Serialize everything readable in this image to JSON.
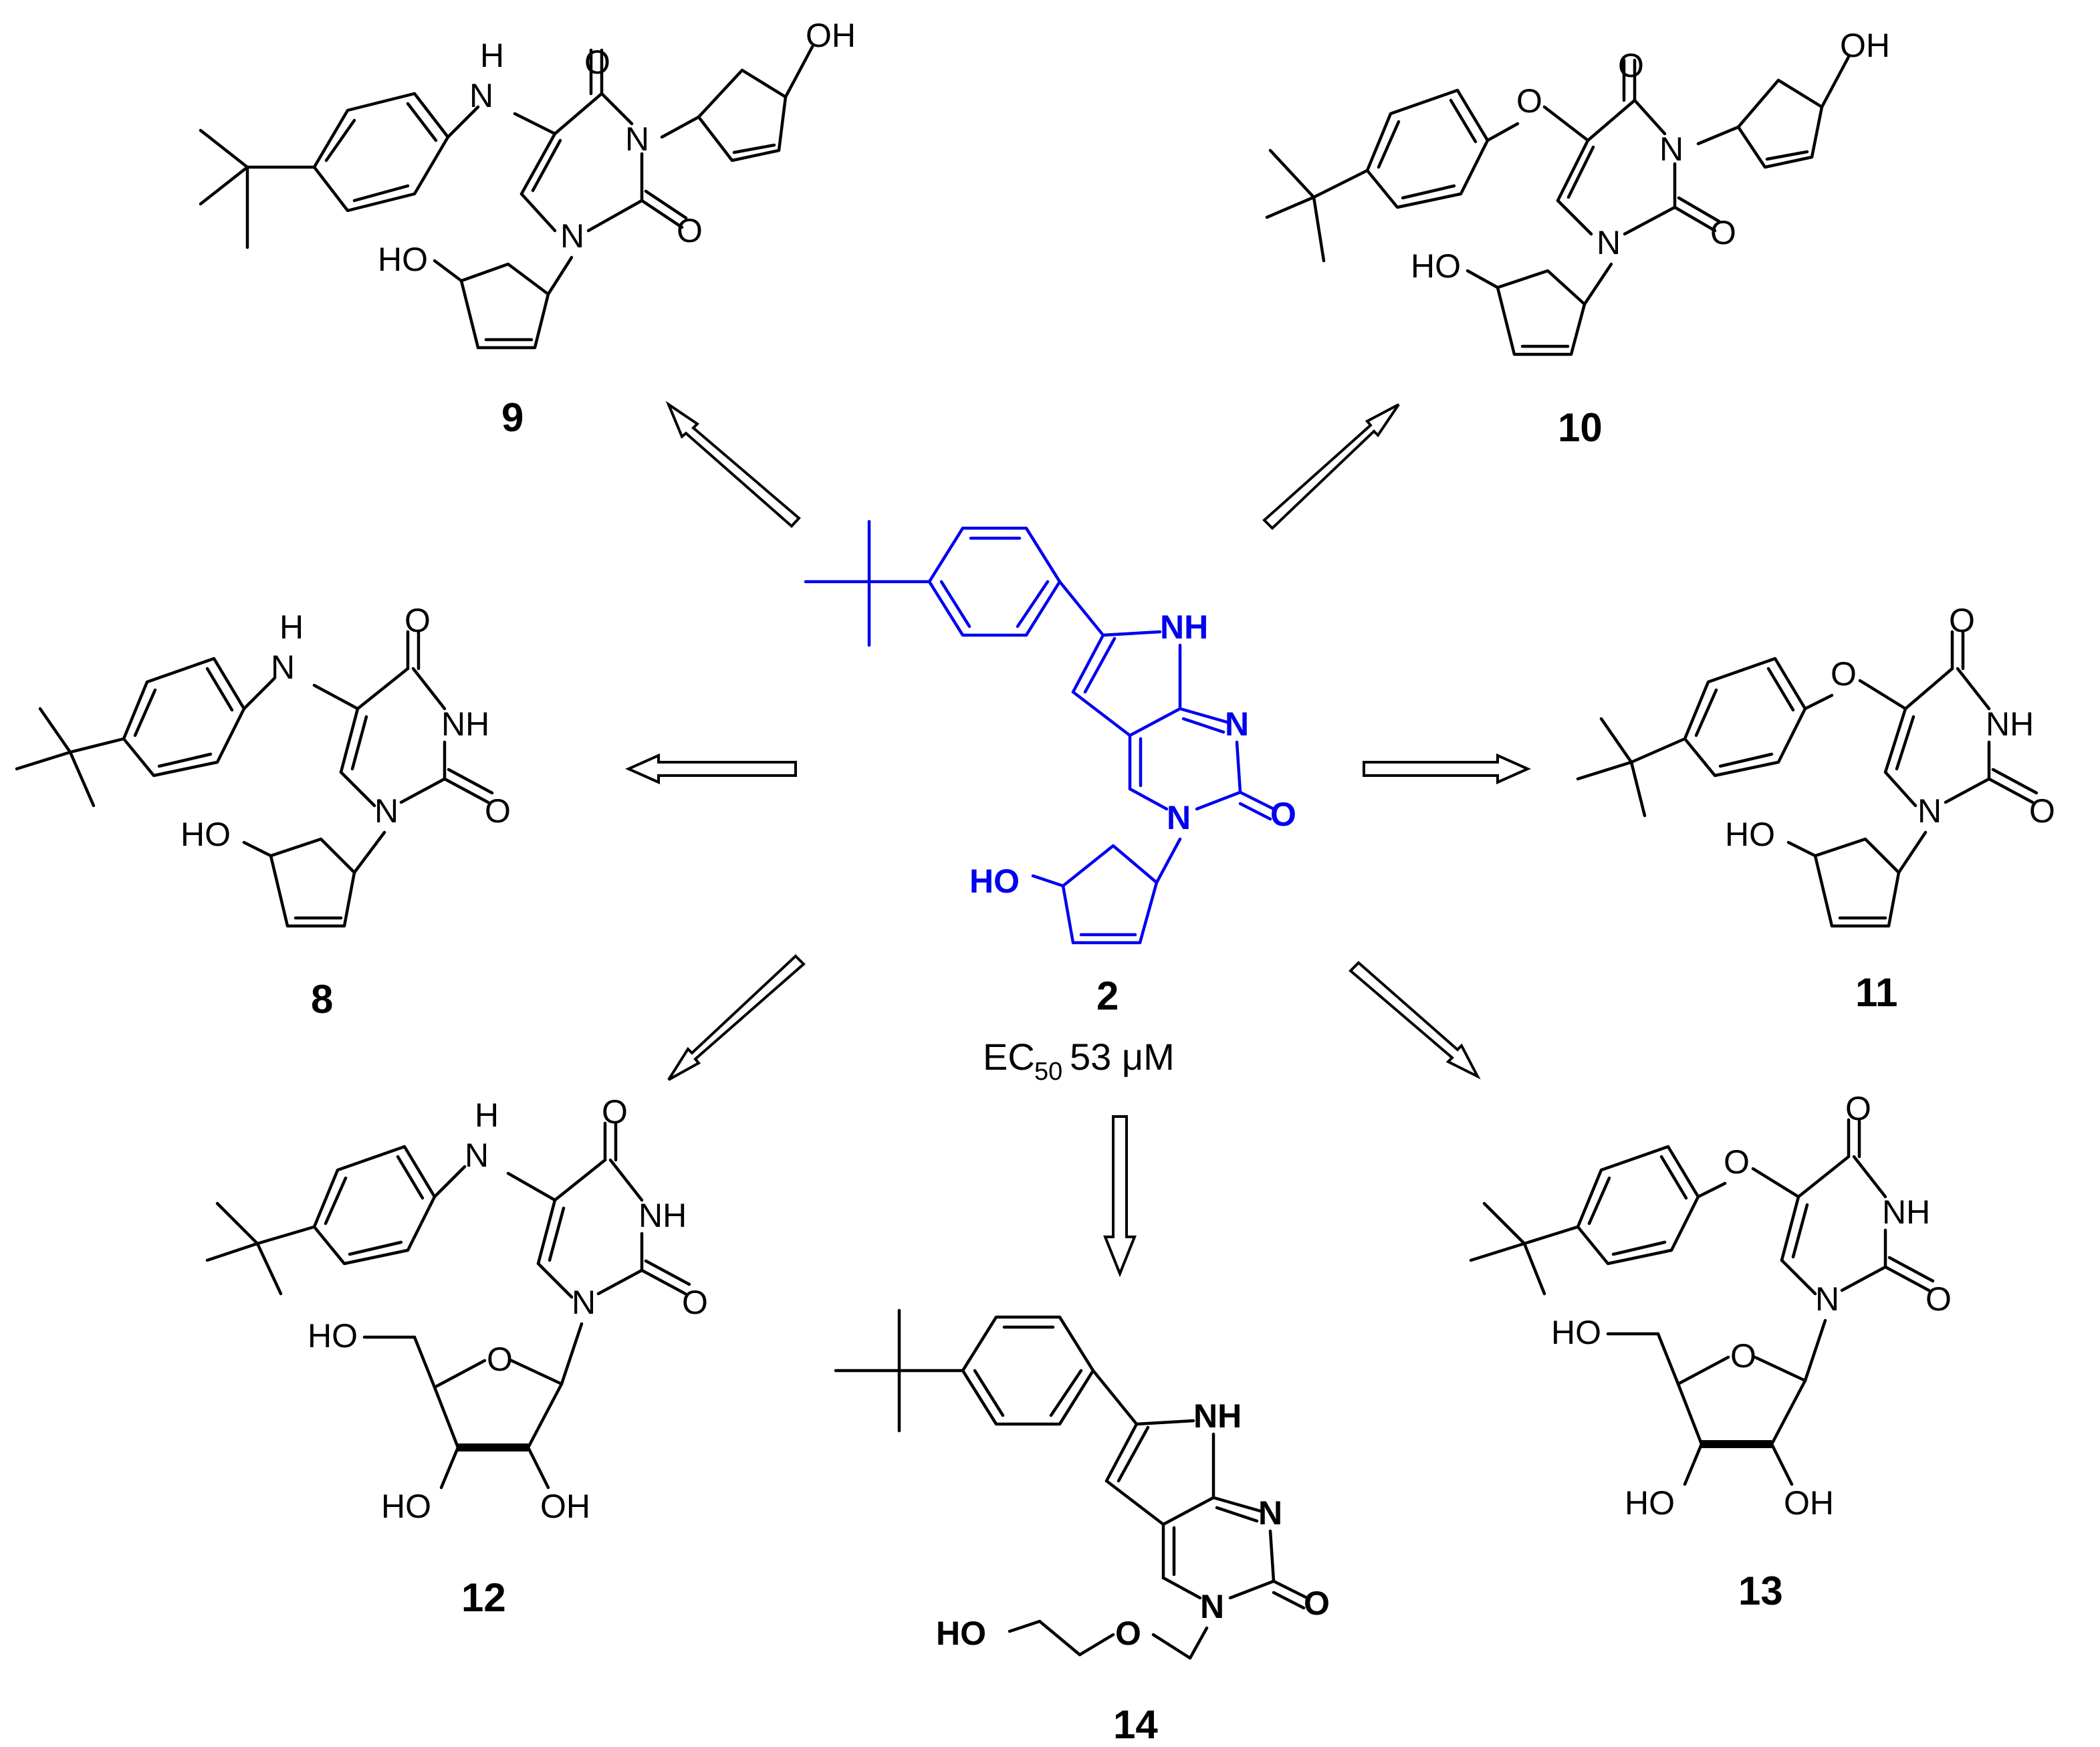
{
  "center": {
    "number": "2",
    "ec50_label": "EC",
    "ec50_subscript": "50",
    "ec50_value": "53 μM",
    "color": "#0000ee"
  },
  "compounds": {
    "c9": {
      "number": "9"
    },
    "c10": {
      "number": "10"
    },
    "c8": {
      "number": "8"
    },
    "c11": {
      "number": "11"
    },
    "c12": {
      "number": "12"
    },
    "c13": {
      "number": "13"
    },
    "c14": {
      "number": "14"
    }
  },
  "atoms": {
    "NH": "NH",
    "H": "H",
    "N": "N",
    "O": "O",
    "OH": "OH",
    "HO": "HO"
  }
}
